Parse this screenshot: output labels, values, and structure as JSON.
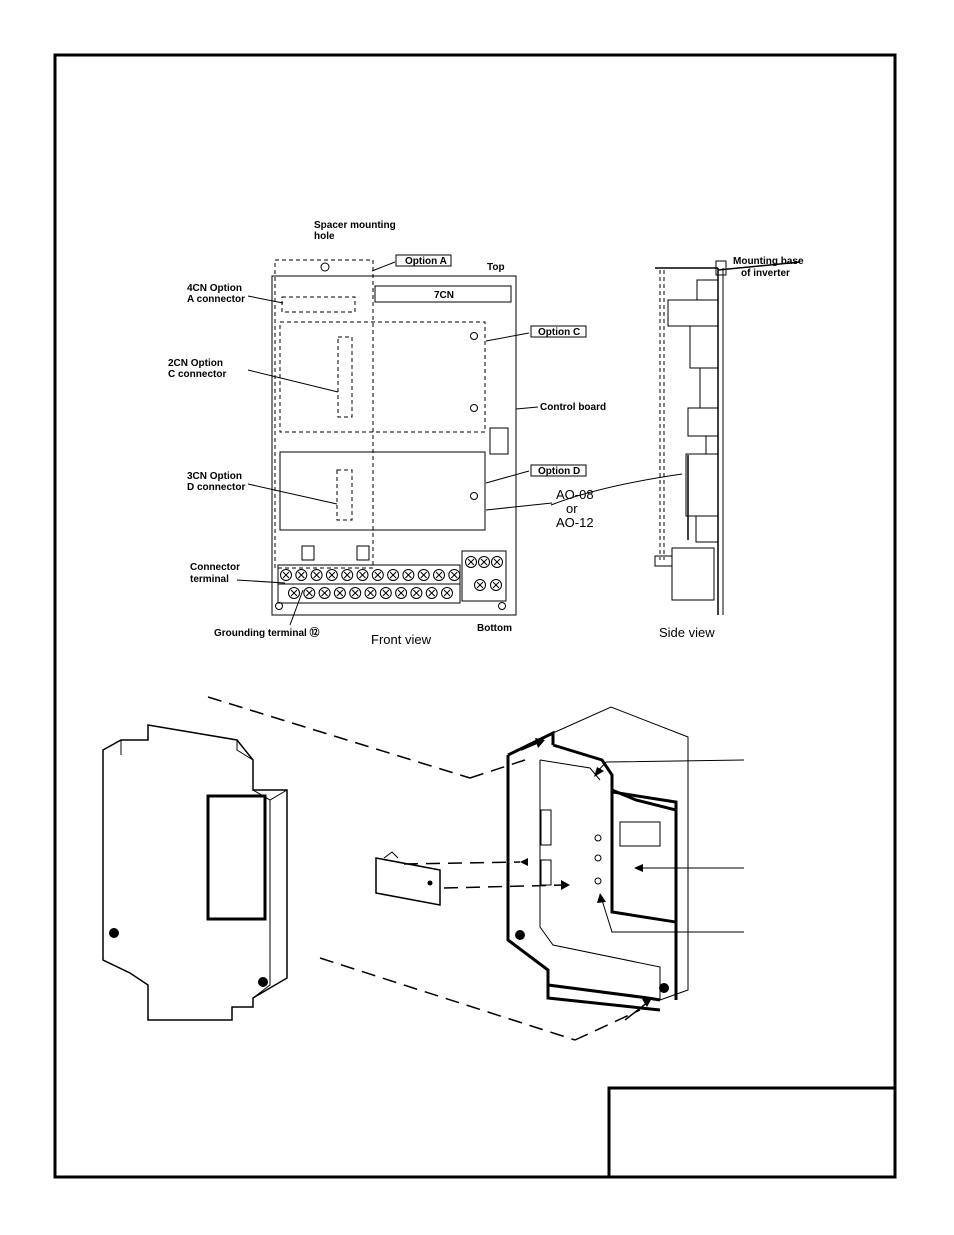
{
  "front_view": {
    "caption": "Front view",
    "labels": {
      "spacer_line1": "Spacer mounting",
      "spacer_line2": "hole",
      "option_a": "Option A",
      "top": "Top",
      "cn7": "7CN",
      "cn4_line1": "4CN  Option",
      "cn4_line2": "A connector",
      "cn2_line1": "2CN  Option",
      "cn2_line2": "C connector",
      "option_c": "Option C",
      "control_board": "Control board",
      "cn3_line1": "3CN  Option",
      "cn3_line2": "D connector",
      "option_d": "Option D",
      "ao_line1": "AO-08",
      "ao_line2": "or",
      "ao_line3": "AO-12",
      "connector_line1": "Connector",
      "connector_line2": "terminal",
      "grounding": "Grounding terminal ⑫",
      "bottom": "Bottom"
    }
  },
  "side_view": {
    "caption": "Side view",
    "labels": {
      "mount_line1": "Mounting base",
      "mount_line2": "of inverter"
    }
  },
  "title_block": {
    "row1": "",
    "row2": ""
  }
}
